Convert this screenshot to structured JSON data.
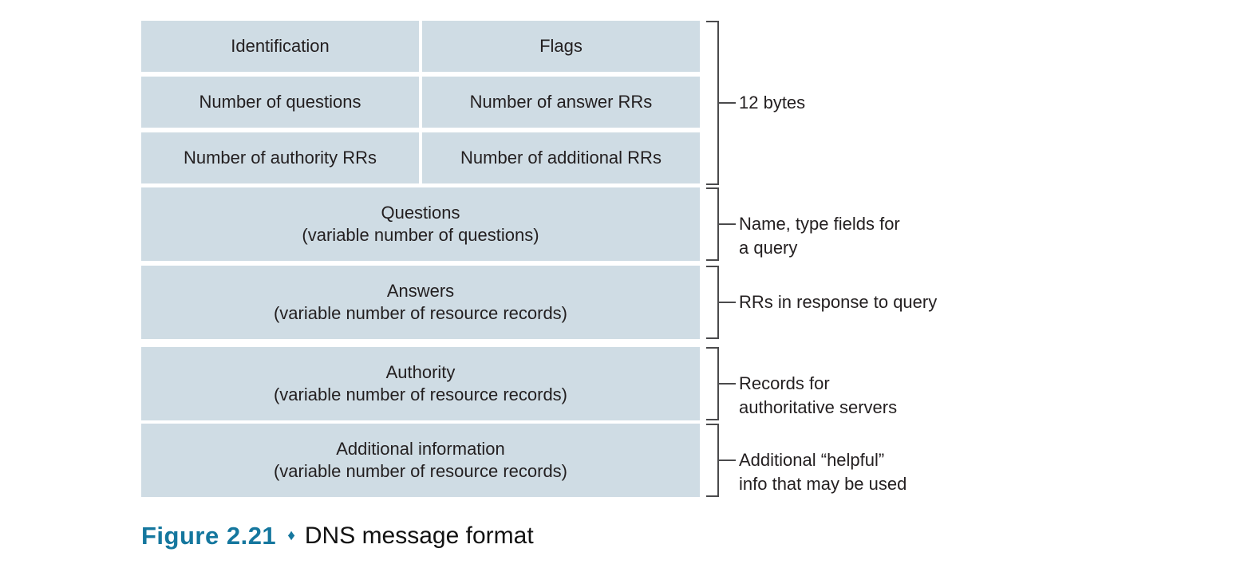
{
  "colors": {
    "cell_bg": "#cfdce4",
    "line": "#4a4a4c",
    "text": "#231f20",
    "accent": "#15779e",
    "page_bg": "#ffffff"
  },
  "table": {
    "header_rows": [
      {
        "left": "Identification",
        "right": "Flags"
      },
      {
        "left": "Number of questions",
        "right": "Number of answer RRs"
      },
      {
        "left": "Number of authority RRs",
        "right": "Number of additional RRs"
      }
    ],
    "variable_rows": [
      {
        "title": "Questions",
        "subtitle": "(variable number of questions)"
      },
      {
        "title": "Answers",
        "subtitle": "(variable number of resource records)"
      },
      {
        "title": "Authority",
        "subtitle": "(variable number of resource records)"
      },
      {
        "title": "Additional information",
        "subtitle": "(variable number of resource records)"
      }
    ]
  },
  "annotations": {
    "header_bytes": "12 bytes",
    "questions": {
      "line1": "Name, type fields for",
      "line2": "a query"
    },
    "answers": {
      "line1": "RRs in response to query"
    },
    "authority": {
      "line1": "Records for",
      "line2": "authoritative servers"
    },
    "additional": {
      "line1": "Additional “helpful”",
      "line2": "info that may be used"
    }
  },
  "caption": {
    "label": "Figure 2.21",
    "separator": "♦",
    "title": "DNS message format"
  }
}
